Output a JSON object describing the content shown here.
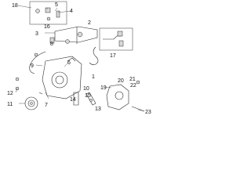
{
  "diagram": {
    "callouts": {
      "c1": "1",
      "c2": "2",
      "c3": "3",
      "c4": "4",
      "c5": "5",
      "c6": "6",
      "c7": "7",
      "c8": "8",
      "c9": "9",
      "c10": "10",
      "c11": "11",
      "c12": "12",
      "c13": "13",
      "c14": "14",
      "c15": "15",
      "c16": "16",
      "c17": "17",
      "c18": "18",
      "c19": "19",
      "c20": "20",
      "c21": "21",
      "c22": "22",
      "c23": "23"
    },
    "colors": {
      "line": "#2a2a2a",
      "part_fill": "#d9d9d9",
      "highlight": "#1e9bd7"
    }
  }
}
